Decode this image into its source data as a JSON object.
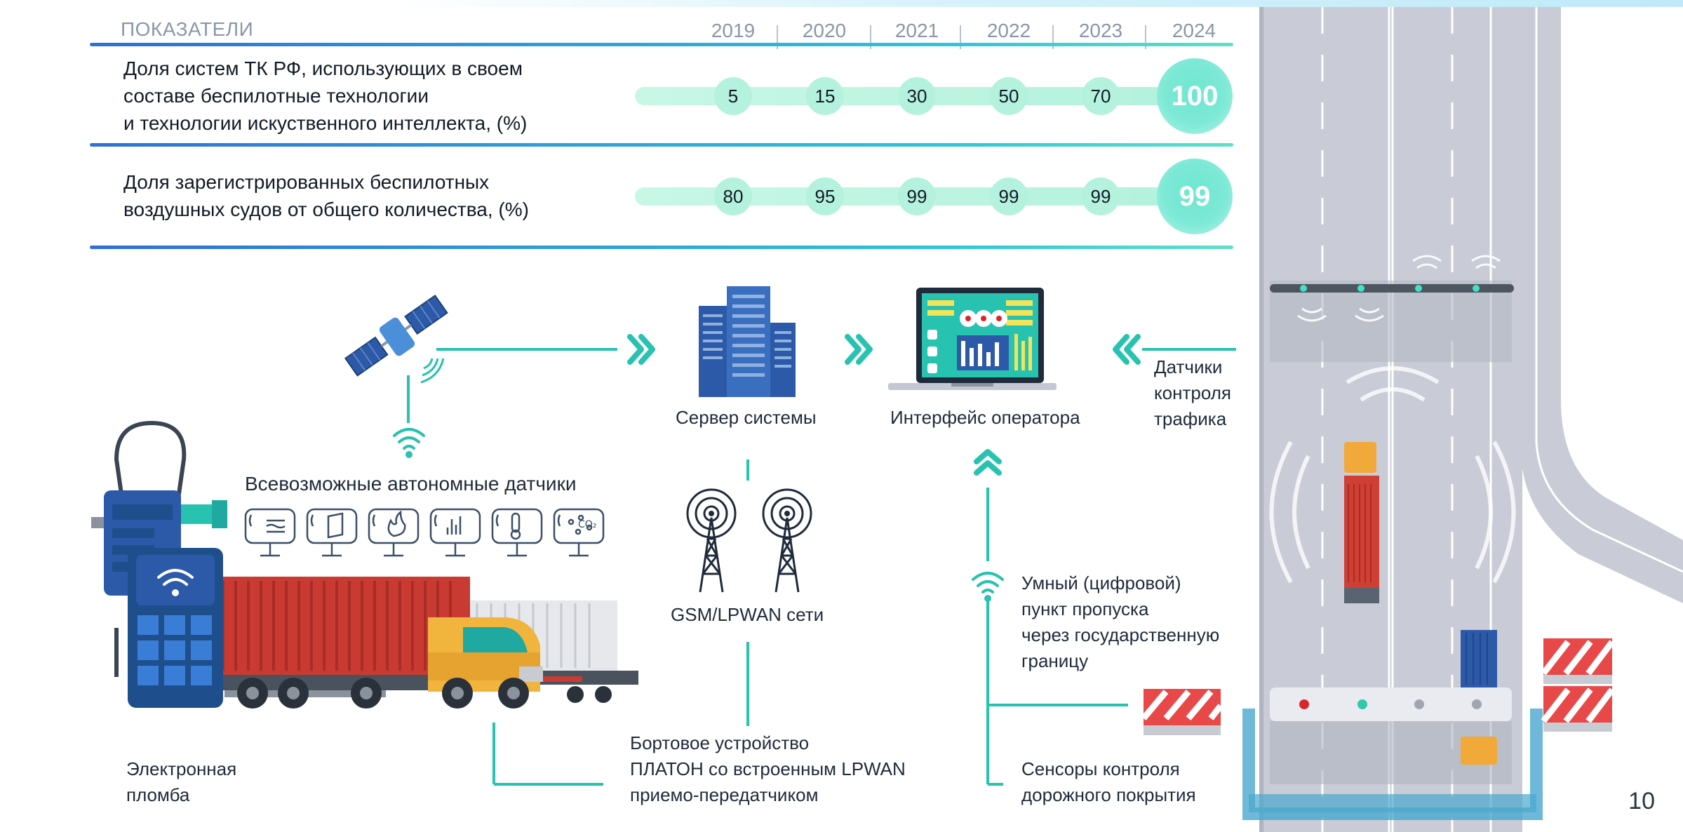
{
  "table": {
    "header_label": "ПОКАЗАТЕЛИ",
    "years": [
      "2019",
      "2020",
      "2021",
      "2022",
      "2023",
      "2024"
    ],
    "rows": [
      {
        "line1": "Доля систем ТК РФ, использующих в своем",
        "line2": "составе беспилотные технологии",
        "line3": "и технологии искуственного интеллекта, (%)",
        "values": [
          "5",
          "15",
          "30",
          "50",
          "70",
          "100"
        ]
      },
      {
        "line1": "Доля зарегистрированных беспилотных",
        "line2": "воздушных судов от общего количества, (%)",
        "values": [
          "80",
          "95",
          "99",
          "99",
          "99",
          "99"
        ]
      }
    ]
  },
  "diagram": {
    "sensors_title": "Всевозможные автономные датчики",
    "server": "Сервер системы",
    "operator": "Интерфейс оператора",
    "traffic_sensors": [
      "Датчики",
      "контроля",
      "трафика"
    ],
    "gsm": "GSM/LPWAN сети",
    "smart_checkpoint": [
      "Умный (цифровой)",
      "пункт пропуска",
      "через государственную",
      "границу"
    ],
    "onboard": [
      "Бортовое устройство",
      "ПЛАТОН со встроенным LPWAN",
      "приемо-передатчиком"
    ],
    "road_sensors": [
      "Сенсоры контроля",
      "дорожного покрытия"
    ],
    "seal": [
      "Электронная",
      "пломба"
    ],
    "co2_label": "CO₂"
  },
  "page_number": "10",
  "colors": {
    "accent": "#27c2b0",
    "blue": "#2f6fd6",
    "road": "#c9ccd6",
    "dark_blue": "#1e4f8c"
  }
}
